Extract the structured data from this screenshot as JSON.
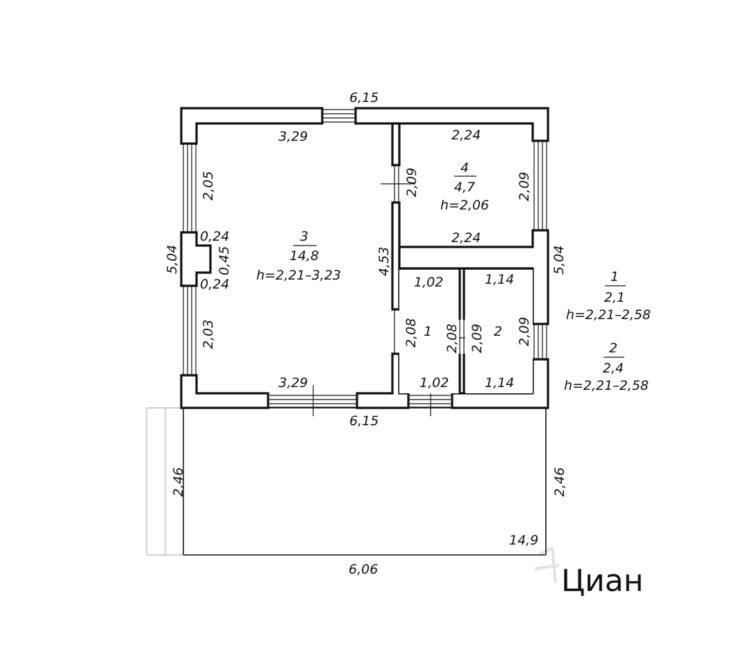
{
  "dimensions": {
    "top_outer": "6,15",
    "top_inner_left": "3,29",
    "bottom_inner_left": "3,29",
    "bottom_outer": "6,15",
    "left_outer": "5,04",
    "left_upper": "2,05",
    "left_lower": "2,03",
    "left_pier_top": "0,24",
    "left_pier_mid": "0,45",
    "left_pier_bottom": "0,24",
    "partition": "4,53",
    "room4_top": "2,24",
    "room4_bottom": "2,24",
    "room4_left": "2,09",
    "room4_right": "2,09",
    "right_outer": "5,04",
    "room1_top": "1,02",
    "room1_bottom": "1,02",
    "room1_left": "2,08",
    "room1_right": "2,08",
    "room2_top": "1,14",
    "room2_bottom": "1,14",
    "room2_left": "2,09",
    "room2_right": "2,09",
    "terrace_left": "2,46",
    "terrace_right": "2,46",
    "terrace_bottom": "6,06",
    "terrace_area": "14,9"
  },
  "rooms": {
    "room3": {
      "number": "3",
      "area": "14,8",
      "height": "h=2,21–3,23"
    },
    "room4": {
      "number": "4",
      "area": "4,7",
      "height": "h=2,06"
    },
    "room1": {
      "number": "1"
    },
    "room2": {
      "number": "2"
    }
  },
  "legend": [
    {
      "number": "1",
      "area": "2,1",
      "height": "h=2,21–2,58"
    },
    {
      "number": "2",
      "area": "2,4",
      "height": "h=2,21–2,58"
    }
  ],
  "watermark": "Циан"
}
